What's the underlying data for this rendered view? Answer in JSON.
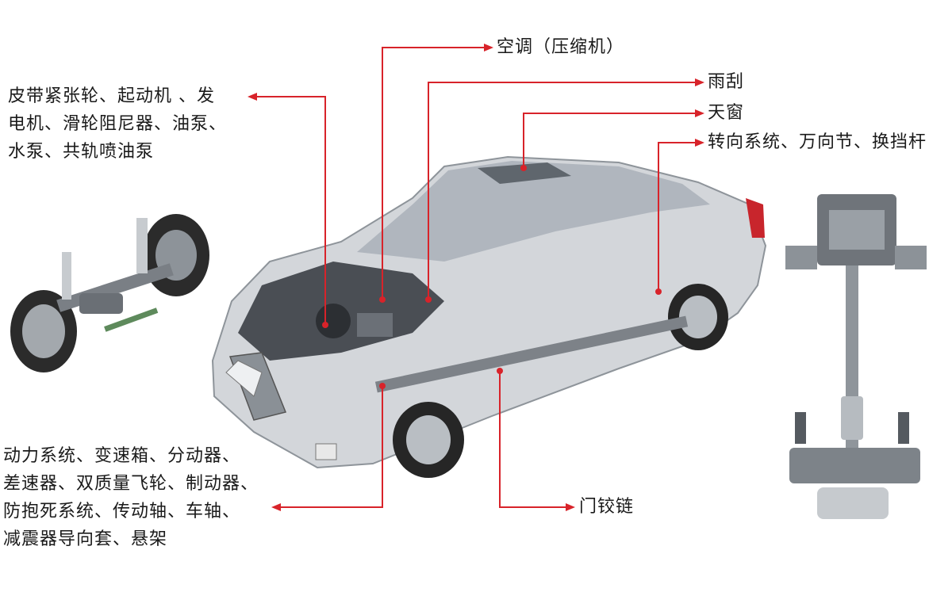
{
  "colors": {
    "leader": "#d8232a",
    "text": "#1a1a1a",
    "car_body": "#c9ccd0",
    "car_dark": "#3a3d42",
    "glass": "#9aa3ad"
  },
  "icons": [
    "front-suspension-assembly-image",
    "car-cutaway-image",
    "chassis-drivetrain-image"
  ],
  "labels": {
    "belt_group": [
      "皮带紧张轮、起动机 、发",
      "电机、滑轮阻尼器、油泵、",
      "水泵、共轨喷油泵"
    ],
    "ac": "空调（压缩机）",
    "wiper": "雨刮",
    "sunroof": "天窗",
    "steering": "转向系统、万向节、换挡杆",
    "drivetrain_group": [
      "动力系统、变速箱、分动器、",
      "差速器、双质量飞轮、制动器、",
      "防抱死系统、传动轴、车轴、",
      "减震器导向套、悬架"
    ],
    "door_hinge": "门铰链"
  }
}
